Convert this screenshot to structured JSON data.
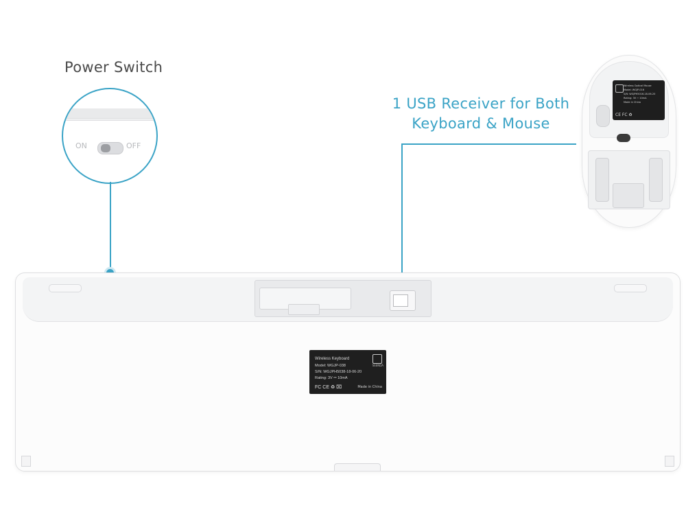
{
  "callouts": {
    "power_switch": {
      "label": "Power Switch",
      "switch_on": "ON",
      "switch_off": "OFF"
    },
    "usb_receiver": {
      "line1": "1 USB Receiver for Both",
      "line2": "Keyboard & Mouse"
    }
  },
  "keyboard_label": {
    "title": "Wireless Keyboard",
    "model": "Model: WGJP-038",
    "sn": "S/N: WGJPH5038-18-06-20",
    "rating": "Rating: 3V ⎓ 10mA",
    "icons": "FC CE ♻ ⌧",
    "made": "Made in China",
    "brand": "SEENDA"
  },
  "mouse_label": {
    "title": "Wireless Optical Mouse",
    "model": "Model: WGJP-016",
    "sn": "S/N: WGJPH5016-18-06-20",
    "rating": "Rating: 3V ⎓ 10mA",
    "icons": "CE FC ♻",
    "made": "Made in China"
  },
  "colors": {
    "accent": "#3aa3c6",
    "text_dark": "#4a4a4a",
    "label_bg": "#1f1f1f",
    "product_white": "#fcfcfc"
  }
}
